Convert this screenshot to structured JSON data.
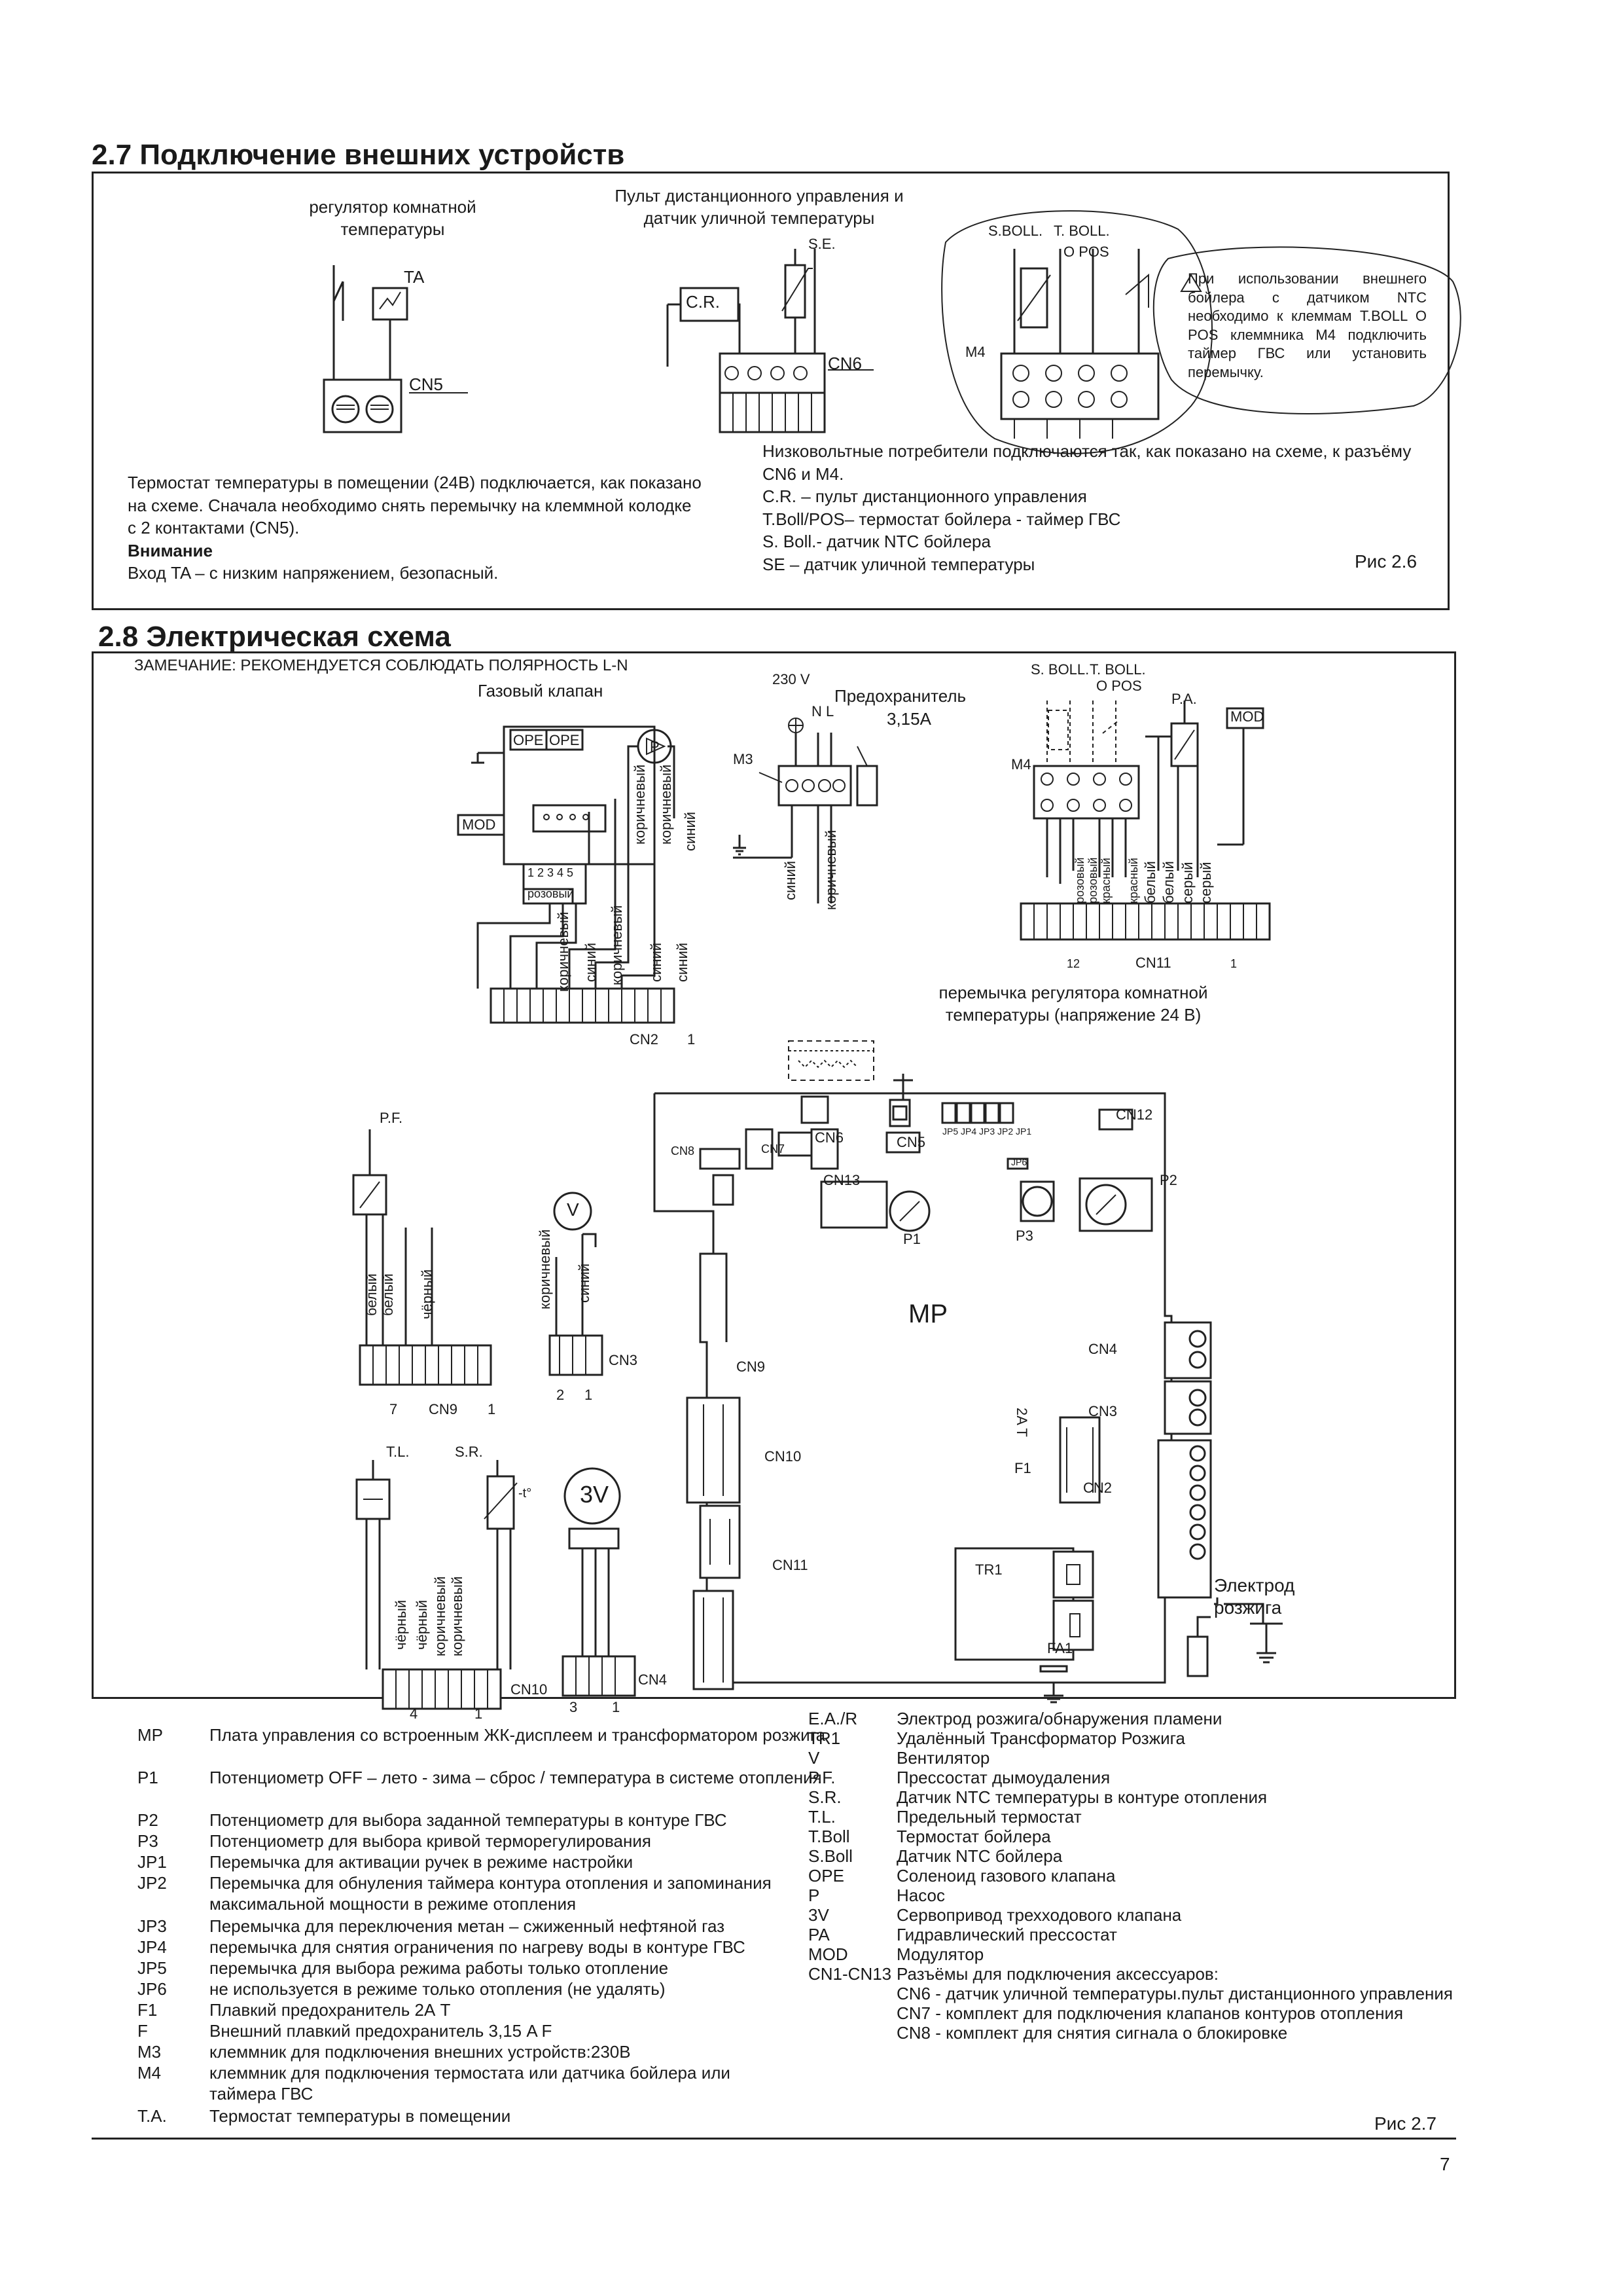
{
  "section_27": {
    "title": "2.7 Подключение внешних устройств",
    "label_room_reg": [
      "регулятор комнатной",
      "температуры"
    ],
    "label_remote": [
      "Пульт дистанционного управления и",
      "датчик уличной температуры"
    ],
    "ta": "TA",
    "cn5": "CN5",
    "cr": "C.R.",
    "se": "S.E.",
    "cn6": "CN6",
    "sboll": "S.BOLL.",
    "tboll": "T. BOLL.",
    "opos": "O POS",
    "m4": "M4",
    "note_warning": "При использовании внешнего бойлера с датчиком NTC необходимо к клеммам T.BOLL O POS клеммника M4 подключить таймер ГВС или установить перемычку.",
    "para_left": "Термостат температуры в помещении (24В) подключается, как показано на схеме. Сначала необходимо снять перемычку на клеммной колодке с 2 контактами (CN5).",
    "attention": "Внимание",
    "attention_text": "Вход TA – с низким напряжением, безопасный.",
    "para_right_1": "Низковольтные потребители подключаются так, как показано на схеме, к разъёму CN6 и M4.",
    "para_right_2": "C.R. – пульт дистанционного управления",
    "para_right_3": "T.Boll/POS– термостат бойлера - таймер ГВС",
    "para_right_4": "S. Boll.- датчик NTC бойлера",
    "para_right_5": "SE – датчик уличной температуры",
    "fig": "Рис 2.6"
  },
  "section_28": {
    "title": "2.8 Электрическая схема",
    "note": "ЗАМЕЧАНИЕ: РЕКОМЕНДУЕТСЯ СОБЛЮДАТЬ ПОЛЯРНОСТЬ L-N",
    "gas_valve": "Газовый клапан",
    "v230": "230 V",
    "nl": "N L",
    "fuse": "Предохранитель",
    "fuse_val": "3,15A",
    "m3": "M3",
    "ope1": "OPE",
    "ope2": "OPE",
    "mod": "MOD",
    "p": "P",
    "pins": "1 2 3 4 5",
    "pink": "розовый",
    "sboll": "S. BOLL.",
    "tboll": "T. BOLL.",
    "opos": "O POS",
    "pa": "P.A.",
    "m4": "M4",
    "cn11": "CN11",
    "cn11_l": "12",
    "cn11_r": "1",
    "cn2": "CN2",
    "cn2_r": "1",
    "jumper_note": [
      "перемычка регулятора комнатной",
      "температуры (напряжение 24 В)"
    ],
    "w_brown": "коричневый",
    "w_blue": "синий",
    "w_pink": "розовый",
    "w_red": "красный",
    "w_white": "белый",
    "w_grey": "серый",
    "w_black": "чёрный",
    "pf": "P.F.",
    "cn9": "CN9",
    "cn9_l": "7",
    "cn9_r": "1",
    "v": "V",
    "cn3": "CN3",
    "cn3_l": "2",
    "cn3_r": "1",
    "tl": "T.L.",
    "sr": "S.R.",
    "t_sym": "-t°",
    "v3": "3V",
    "cn10": "CN10",
    "cn10_l": "4",
    "cn10_r": "1",
    "cn4": "CN4",
    "cn4_l": "3",
    "cn4_r": "1",
    "cn8": "CN8",
    "cn7": "CN7",
    "cn6": "CN6",
    "cn5": "CN5",
    "cn13": "CN13",
    "cn12": "CN12",
    "jp": "JP5 JP4 JP3 JP2 JP1",
    "jp6": "JP6",
    "p1": "P1",
    "p2": "P2",
    "p3": "P3",
    "mp": "MP",
    "fuse2a": "2A T",
    "f1": "F1",
    "tr1": "TR1",
    "fa1": "FA1",
    "electrode": [
      "Электрод",
      "розжига"
    ],
    "fig": "Рис 2.7",
    "page_num": "7"
  },
  "legend_left": [
    {
      "k": "MP",
      "v": "Плата управления со встроенным ЖК-дисплеем и трансформатором розжига"
    },
    {
      "k": "P1",
      "v": "Потенциометр OFF – лето - зима – сброс / температура в системе отопления"
    },
    {
      "k": "P2",
      "v": "Потенциометр для выбора заданной температуры в контуре ГВС"
    },
    {
      "k": "P3",
      "v": "Потенциометр для выбора кривой терморегулирования"
    },
    {
      "k": "JP1",
      "v": "Перемычка для активации ручек в режиме настройки"
    },
    {
      "k": "JP2",
      "v": "Перемычка для обнуления таймера контура отопления и запоминания максимальной мощности в режиме отопления"
    },
    {
      "k": "JP3",
      "v": "Перемычка для переключения метан – сжиженный нефтяной газ"
    },
    {
      "k": "JP4",
      "v": "перемычка для снятия ограничения по нагреву воды в контуре ГВС"
    },
    {
      "k": "JP5",
      "v": "перемычка для выбора режима работы только отопление"
    },
    {
      "k": "JP6",
      "v": "не используется в режиме только отопления (не удалять)"
    },
    {
      "k": "F1",
      "v": "Плавкий предохранитель 2А Т"
    },
    {
      "k": "F",
      "v": "Внешний плавкий предохранитель 3,15 A F"
    },
    {
      "k": "M3",
      "v": "клеммник для подключения внешних устройств:230В"
    },
    {
      "k": "M4",
      "v": "клеммник для подключения термостата или датчика бойлера или таймера ГВС"
    },
    {
      "k": "T.A.",
      "v": "Термостат температуры в помещении"
    }
  ],
  "legend_right": [
    {
      "k": "E.A./R",
      "v": "Электрод розжига/обнаружения пламени"
    },
    {
      "k": "TR1",
      "v": "Удалённый Трансформатор Розжига"
    },
    {
      "k": "V",
      "v": "Вентилятор"
    },
    {
      "k": "P.F.",
      "v": "Прессостат дымоудаления"
    },
    {
      "k": "S.R.",
      "v": "Датчик NTC температуры в контуре отопления"
    },
    {
      "k": "T.L.",
      "v": "Предельный термостат"
    },
    {
      "k": "T.Boll",
      "v": "Термостат бойлера"
    },
    {
      "k": "S.Boll",
      "v": "Датчик NTC бойлера"
    },
    {
      "k": "OPE",
      "v": "Соленоид газового клапана"
    },
    {
      "k": "P",
      "v": "Насос"
    },
    {
      "k": "3V",
      "v": "Сервопривод трехходового клапана"
    },
    {
      "k": "PA",
      "v": "Гидравлический прессостат"
    },
    {
      "k": "MOD",
      "v": "Модулятор"
    },
    {
      "k": "CN1-CN13",
      "v": "Разъёмы для подключения аксессуаров:"
    },
    {
      "k": "",
      "v": "CN6 - датчик уличной температуры.пульт дистанционного управления"
    },
    {
      "k": "",
      "v": "CN7 - комплект для подключения клапанов контуров отопления"
    },
    {
      "k": "",
      "v": "CN8 - комплект для снятия сигнала о блокировке"
    }
  ]
}
